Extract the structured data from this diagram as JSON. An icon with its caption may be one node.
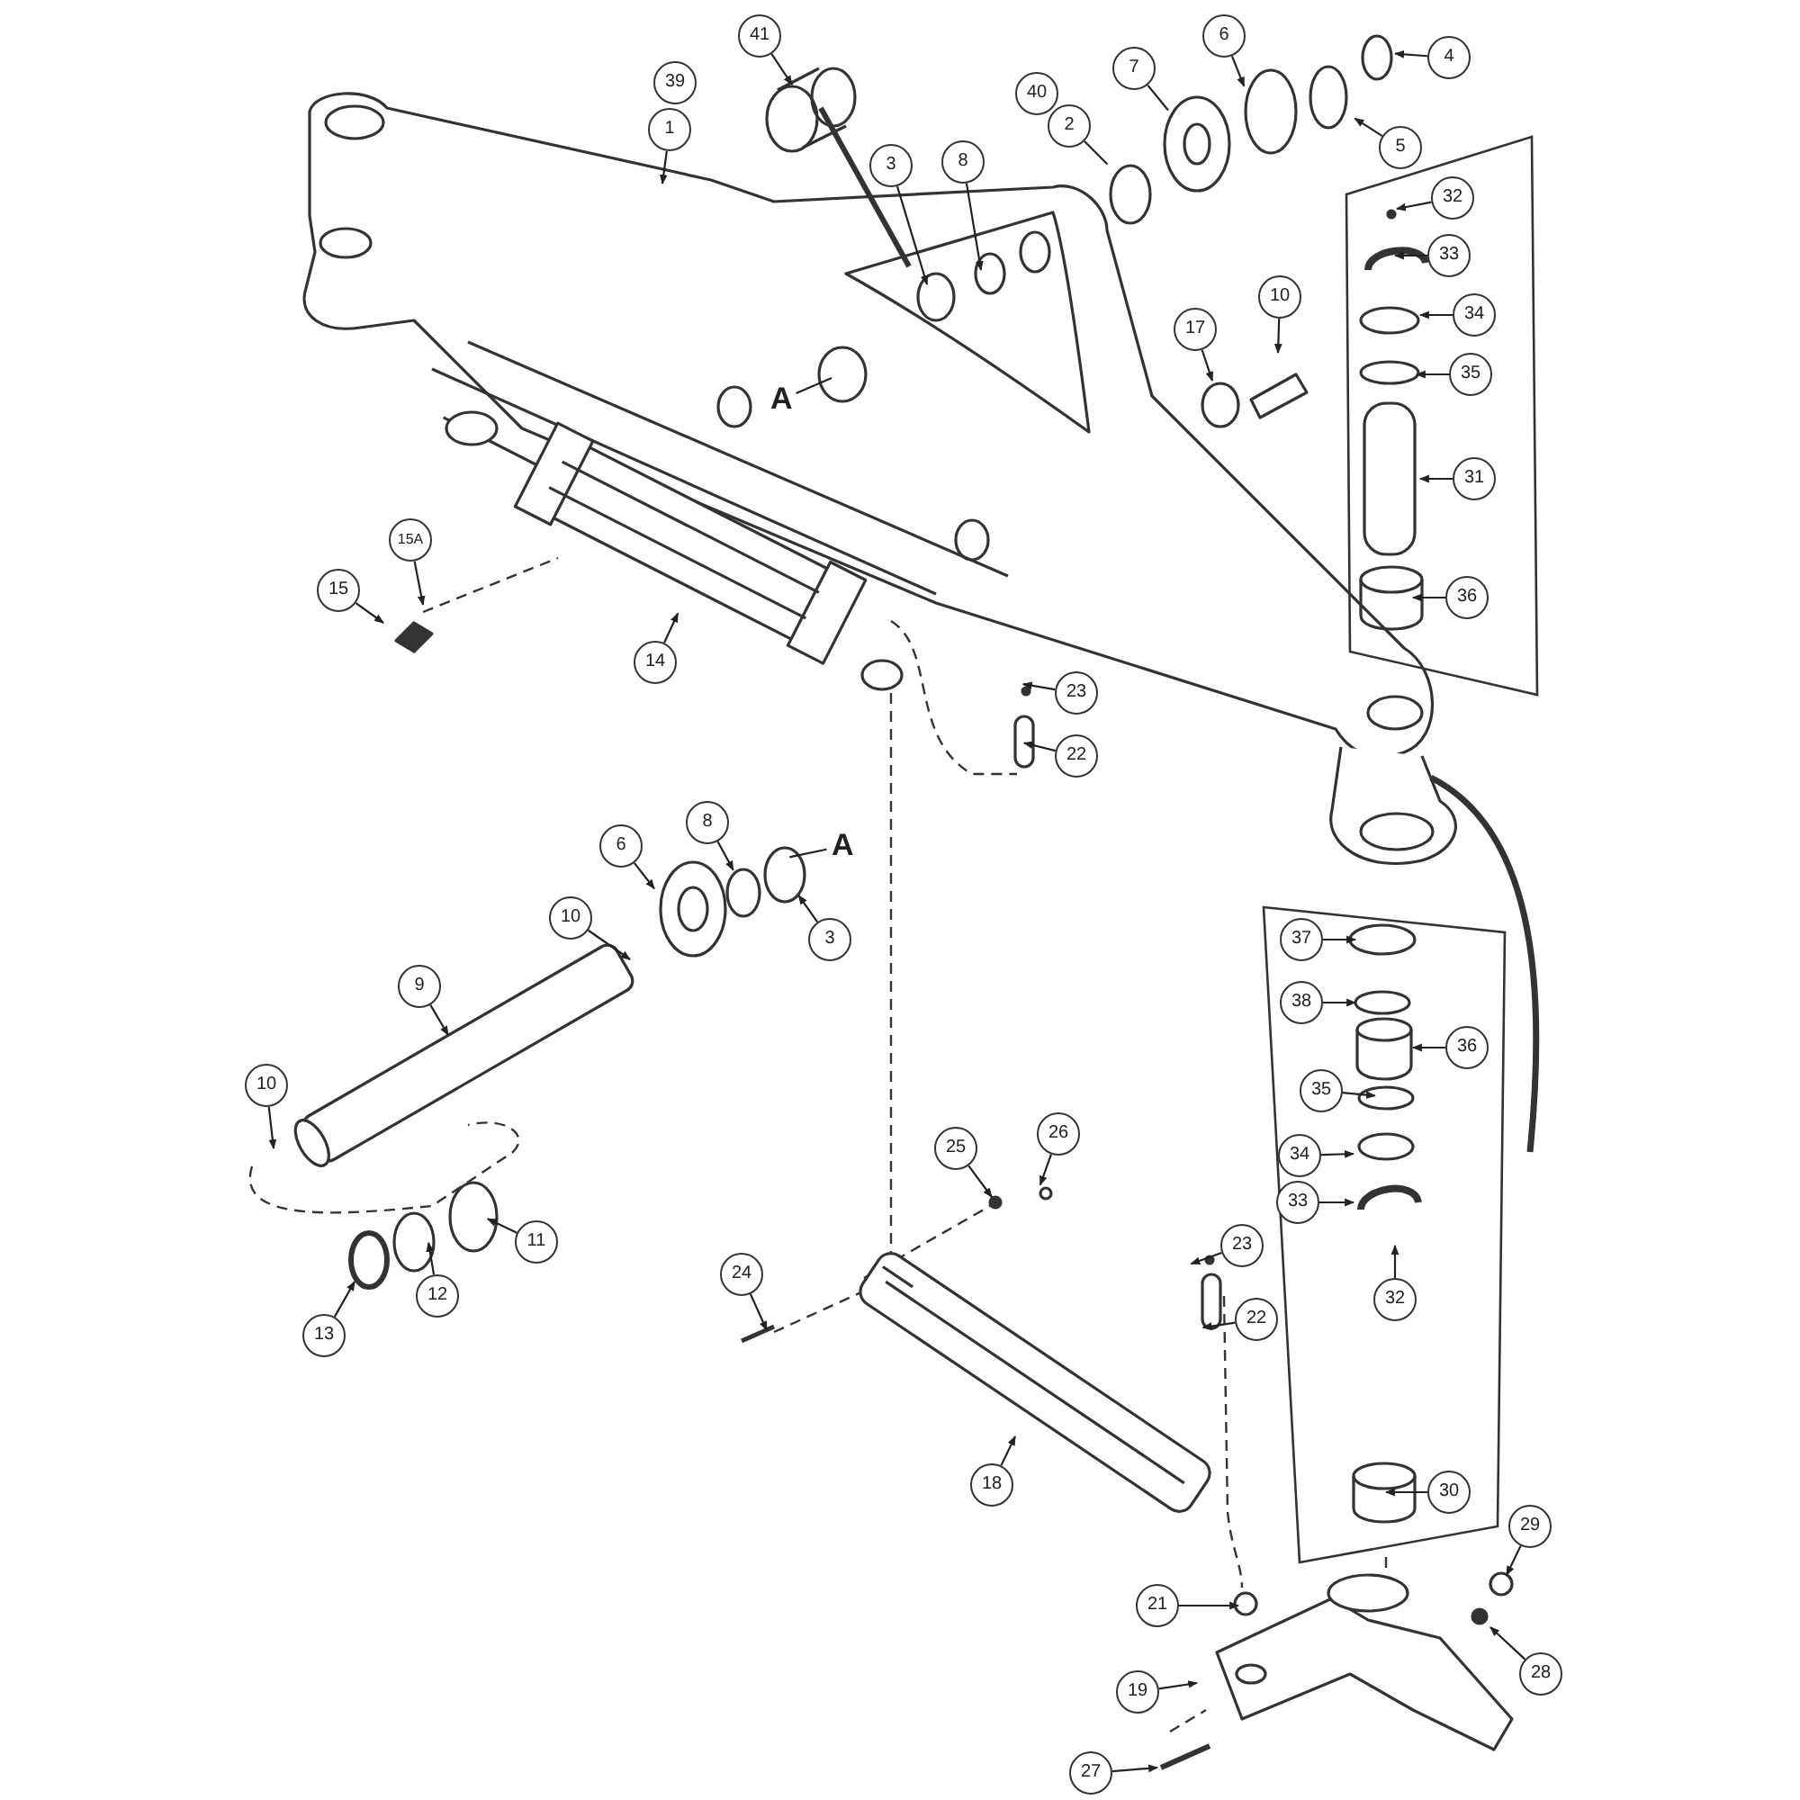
{
  "diagram": {
    "nodes": [
      {
        "text": [
          "41"
        ]
      },
      {
        "text": [
          "4"
        ]
      },
      {
        "text": [
          "6"
        ]
      },
      {
        "text": [
          "7"
        ]
      },
      {
        "text": [
          "39"
        ]
      },
      {
        "text": [
          "40"
        ]
      },
      {
        "text": [
          "1"
        ]
      },
      {
        "text": [
          "2"
        ]
      },
      {
        "text": [
          "5"
        ]
      },
      {
        "text": [
          "3"
        ]
      },
      {
        "text": [
          "8"
        ]
      },
      {
        "text": [],
        "shape": "box"
      },
      {
        "text": [
          "32"
        ],
        "in": 11
      },
      {
        "text": [
          "33"
        ],
        "in": 11
      },
      {
        "text": [
          "34"
        ],
        "in": 11
      },
      {
        "text": [
          "35"
        ],
        "in": 11
      },
      {
        "text": [
          "31"
        ],
        "in": 11
      },
      {
        "text": [
          "36"
        ],
        "in": 11
      },
      {
        "text": [
          "10"
        ]
      },
      {
        "text": [
          "17"
        ]
      },
      {
        "text": [
          "A"
        ]
      },
      {
        "text": [
          "15A"
        ]
      },
      {
        "text": [
          "15"
        ]
      },
      {
        "text": [
          "14"
        ]
      },
      {
        "text": [
          "23"
        ]
      },
      {
        "text": [
          "22"
        ]
      },
      {
        "text": [
          "8"
        ]
      },
      {
        "text": [
          "A"
        ]
      },
      {
        "text": [
          "6"
        ]
      },
      {
        "text": [],
        "shape": "box"
      },
      {
        "text": [
          "37"
        ],
        "in": 29
      },
      {
        "text": [
          "38"
        ],
        "in": 29
      },
      {
        "text": [
          "36"
        ],
        "in": 29
      },
      {
        "text": [
          "35"
        ],
        "in": 29
      },
      {
        "text": [
          "34"
        ],
        "in": 29
      },
      {
        "text": [
          "33"
        ],
        "in": 29
      },
      {
        "text": [
          "32"
        ],
        "in": 29
      },
      {
        "text": [
          "30"
        ],
        "in": 29
      },
      {
        "text": [
          "10"
        ]
      },
      {
        "text": [
          "3"
        ]
      },
      {
        "text": [
          "9"
        ]
      },
      {
        "text": [
          "10"
        ]
      },
      {
        "text": [
          "26"
        ]
      },
      {
        "text": [
          "25"
        ]
      },
      {
        "text": [
          "11"
        ]
      },
      {
        "text": [
          "23"
        ]
      },
      {
        "text": [
          "24"
        ]
      },
      {
        "text": [
          "12"
        ]
      },
      {
        "text": [
          "22"
        ]
      },
      {
        "text": [
          "13"
        ]
      },
      {
        "text": [
          "18"
        ]
      },
      {
        "text": [
          "29"
        ]
      },
      {
        "text": [
          "21"
        ]
      },
      {
        "text": [
          "28"
        ]
      },
      {
        "text": [
          "19"
        ]
      },
      {
        "text": [
          "27"
        ]
      }
    ],
    "edges": [
      {
        "from": 0,
        "to": null,
        "arrow": "to"
      },
      {
        "from": 1,
        "to": null,
        "arrow": "to"
      },
      {
        "from": 2,
        "to": null,
        "arrow": "to"
      },
      {
        "from": 3,
        "to": null,
        "arrow": "none"
      },
      {
        "from": 6,
        "to": null,
        "arrow": "to"
      },
      {
        "from": 7,
        "to": null,
        "arrow": "none"
      },
      {
        "from": 8,
        "to": null,
        "arrow": "to"
      },
      {
        "from": 9,
        "to": null,
        "arrow": "to"
      },
      {
        "from": 10,
        "to": null,
        "arrow": "to"
      },
      {
        "from": 12,
        "to": null,
        "arrow": "to"
      },
      {
        "from": 13,
        "to": null,
        "arrow": "to"
      },
      {
        "from": 14,
        "to": null,
        "arrow": "to"
      },
      {
        "from": 15,
        "to": null,
        "arrow": "to"
      },
      {
        "from": 16,
        "to": null,
        "arrow": "to"
      },
      {
        "from": 17,
        "to": null,
        "arrow": "to"
      },
      {
        "from": 18,
        "to": null,
        "arrow": "to"
      },
      {
        "from": 19,
        "to": null,
        "arrow": "to"
      },
      {
        "from": 20,
        "to": null,
        "arrow": "none"
      },
      {
        "from": 21,
        "to": null,
        "arrow": "to"
      },
      {
        "from": 22,
        "to": null,
        "arrow": "to"
      },
      {
        "from": 23,
        "to": null,
        "arrow": "to"
      },
      {
        "from": 24,
        "to": null,
        "arrow": "to"
      },
      {
        "from": 25,
        "to": null,
        "arrow": "to"
      },
      {
        "from": 26,
        "to": null,
        "arrow": "to"
      },
      {
        "from": 27,
        "to": null,
        "arrow": "none"
      },
      {
        "from": 28,
        "to": null,
        "arrow": "to"
      },
      {
        "from": 30,
        "to": null,
        "arrow": "to"
      },
      {
        "from": 31,
        "to": null,
        "arrow": "to"
      },
      {
        "from": 32,
        "to": null,
        "arrow": "to"
      },
      {
        "from": 33,
        "to": null,
        "arrow": "to"
      },
      {
        "from": 34,
        "to": null,
        "arrow": "to"
      },
      {
        "from": 35,
        "to": null,
        "arrow": "to"
      },
      {
        "from": 36,
        "to": null,
        "arrow": "to"
      },
      {
        "from": 37,
        "to": null,
        "arrow": "to"
      },
      {
        "from": 38,
        "to": null,
        "arrow": "to"
      },
      {
        "from": 39,
        "to": null,
        "arrow": "to"
      },
      {
        "from": 40,
        "to": null,
        "arrow": "to"
      },
      {
        "from": 41,
        "to": null,
        "arrow": "to"
      },
      {
        "from": 42,
        "to": null,
        "arrow": "to"
      },
      {
        "from": 43,
        "to": null,
        "arrow": "to"
      },
      {
        "from": 44,
        "to": null,
        "arrow": "to"
      },
      {
        "from": 45,
        "to": null,
        "arrow": "to"
      },
      {
        "from": 46,
        "to": null,
        "arrow": "to"
      },
      {
        "from": 47,
        "to": null,
        "arrow": "to"
      },
      {
        "from": 48,
        "to": null,
        "arrow": "to"
      },
      {
        "from": 49,
        "to": null,
        "arrow": "to"
      },
      {
        "from": 50,
        "to": null,
        "arrow": "to"
      },
      {
        "from": 51,
        "to": null,
        "arrow": "to"
      },
      {
        "from": 52,
        "to": null,
        "arrow": "to"
      },
      {
        "from": 53,
        "to": null,
        "arrow": "to"
      },
      {
        "from": 54,
        "to": null,
        "arrow": "to"
      },
      {
        "from": 55,
        "to": null,
        "arrow": "to"
      }
    ]
  }
}
